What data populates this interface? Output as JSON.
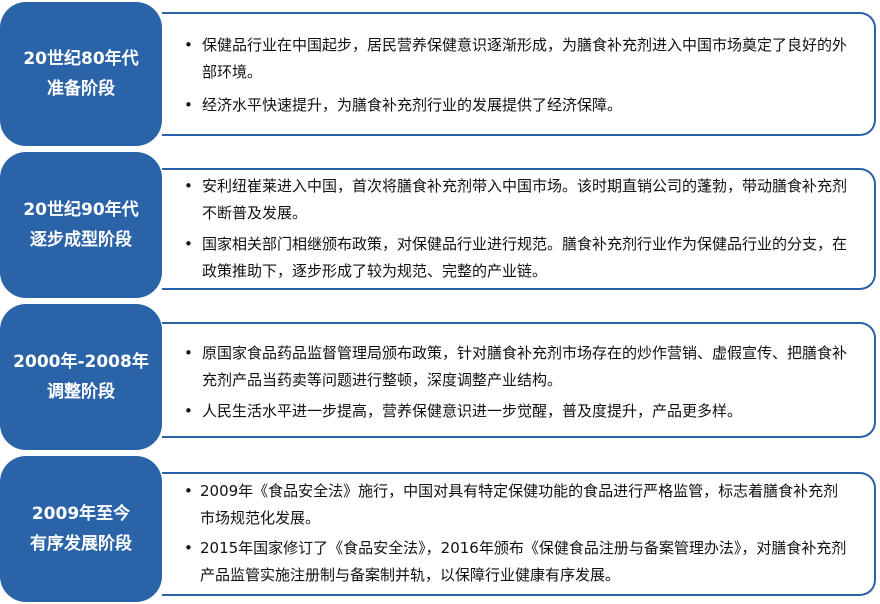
{
  "stages": [
    {
      "title_lines": [
        "20世纪80年代",
        "准备阶段"
      ],
      "bullets": [
        "保健品行业在中国起步，居民营养保健意识逐渐形成，为膳食补充剂进入中国市场奠定了良好的外部环境。",
        "经济水平快速提升，为膳食补充剂行业的发展提供了经济保障。"
      ]
    },
    {
      "title_lines": [
        "20世纪90年代",
        "逐步成型阶段"
      ],
      "bullets": [
        "安利纽崔莱进入中国，首次将膳食补充剂带入中国市场。该时期直销公司的蓬勃，带动膳食补充剂不断普及发展。",
        "国家相关部门相继颁布政策，对保健品行业进行规范。膳食补充剂行业作为保健品行业的分支，在政策推助下，逐步形成了较为规范、完整的产业链。"
      ]
    },
    {
      "title_lines": [
        "2000年-2008年",
        "调整阶段"
      ],
      "bullets": [
        "原国家食品药品监督管理局颁布政策，针对膳食补充剂市场存在的炒作营销、虚假宣传、把膳食补充剂产品当药卖等问题进行整顿，深度调整产业结构。",
        "人民生活水平进一步提高，营养保健意识进一步觉醒，普及度提升，产品更多样。"
      ]
    },
    {
      "title_lines": [
        "2009年至今",
        "有序发展阶段"
      ],
      "bullets": [
        "2009年《食品安全法》施行，中国对具有特定保健功能的食品进行严格监管，标志着膳食补充剂市场规范化发展。",
        "2015年国家修订了《食品安全法》，2016年颁布《保健食品注册与备案管理办法》，对膳食补充剂产品监管实施注册制与备案制并轨，以保障行业健康有序发展。"
      ]
    }
  ],
  "bullet_char": "•",
  "colors": {
    "accent": "#2a63a8",
    "text": "#111111",
    "background": "#ffffff"
  }
}
